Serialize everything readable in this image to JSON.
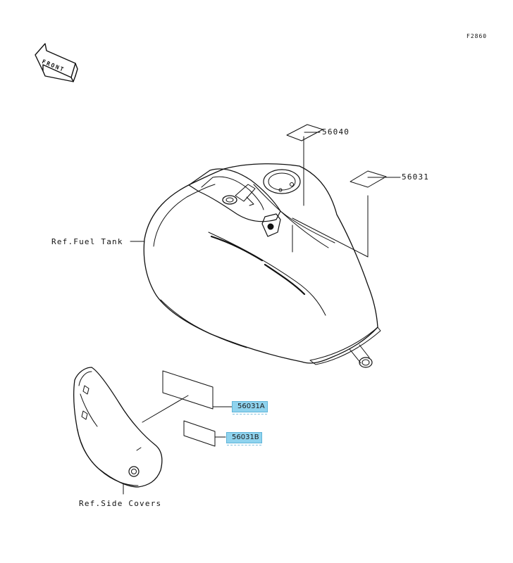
{
  "figure_code": "F2860",
  "front_label": "FRONT",
  "labels": {
    "part_56040": "56040",
    "part_56031": "56031",
    "ref_fuel_tank": "Ref.Fuel Tank",
    "ref_side_covers": "Ref.Side Covers"
  },
  "hotspots": {
    "part_56031A": "56031A",
    "part_56031B": "56031B"
  },
  "colors": {
    "hotspot_fill": "#8fd3ee",
    "line": "#111111"
  }
}
